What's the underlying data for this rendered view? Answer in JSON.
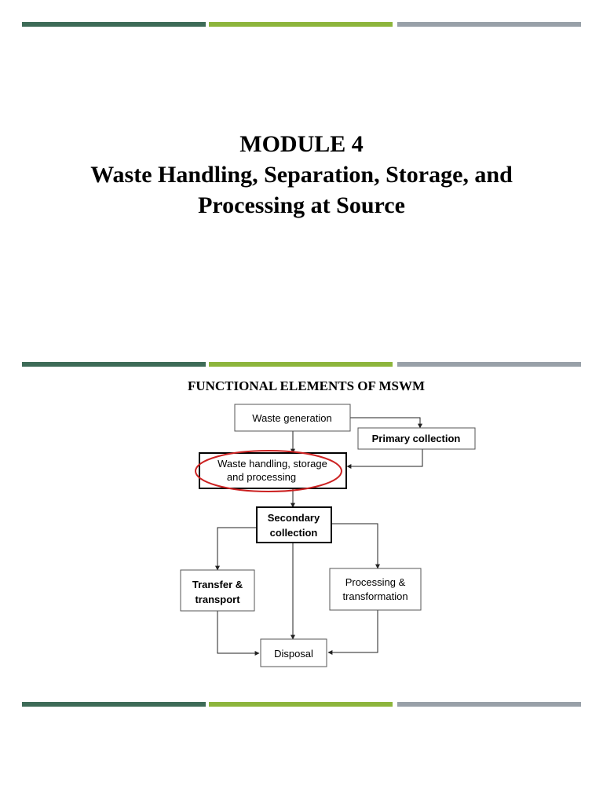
{
  "header": {
    "module": "MODULE 4",
    "title_line1": "Waste Handling, Separation, Storage, and",
    "title_line2": "Processing at Source"
  },
  "section": {
    "title": "FUNCTIONAL ELEMENTS OF MSWM"
  },
  "diagram": {
    "nodes": {
      "generation": "Waste generation",
      "primary": "Primary collection",
      "handling_l1": "Waste handling, storage",
      "handling_l2": "and processing",
      "secondary_l1": "Secondary",
      "secondary_l2": "collection",
      "transfer_l1": "Transfer &",
      "transfer_l2": "transport",
      "processing_l1": "Processing &",
      "processing_l2": "transformation",
      "disposal": "Disposal"
    },
    "highlight_color": "#cc2222"
  },
  "colors": {
    "rule_dark": "#3d6b57",
    "rule_green": "#8db53c",
    "rule_gray": "#98a0a8"
  }
}
